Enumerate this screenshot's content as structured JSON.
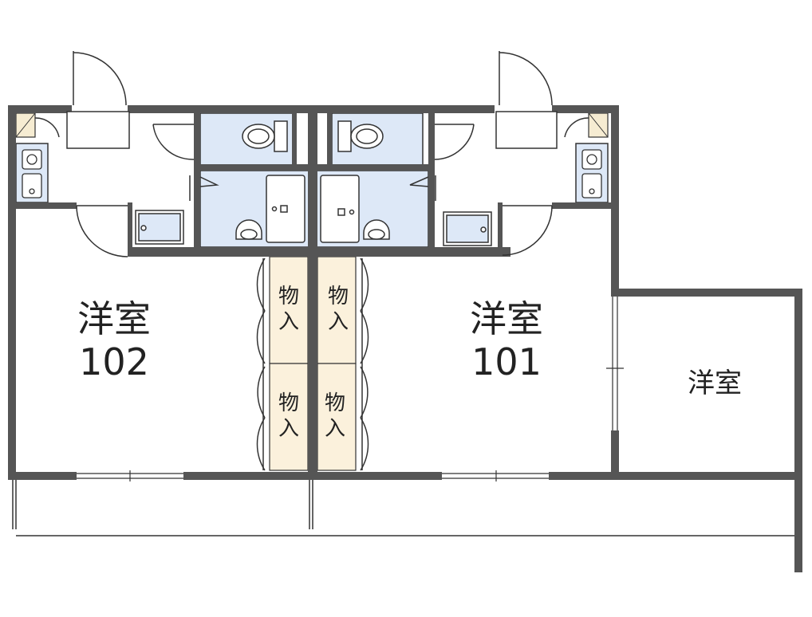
{
  "rooms": {
    "unit_102": {
      "label": "洋室",
      "number": "102"
    },
    "unit_101": {
      "label": "洋室",
      "number": "101"
    },
    "extra": {
      "label": "洋室"
    }
  },
  "storage": {
    "closet_label_top": "物",
    "closet_label_bottom": "入"
  },
  "colors": {
    "wall": "#555555",
    "wet_area": "#dde8f7",
    "closet": "#fbf1dc",
    "entry": "#f6ecd2",
    "line": "#333333"
  },
  "icons": [
    "toilet-icon",
    "bathtub-icon",
    "washbasin-icon",
    "washing-machine-pan-icon",
    "kitchen-sink-icon",
    "door-swing-icon",
    "closet-door-icon",
    "window-icon"
  ]
}
